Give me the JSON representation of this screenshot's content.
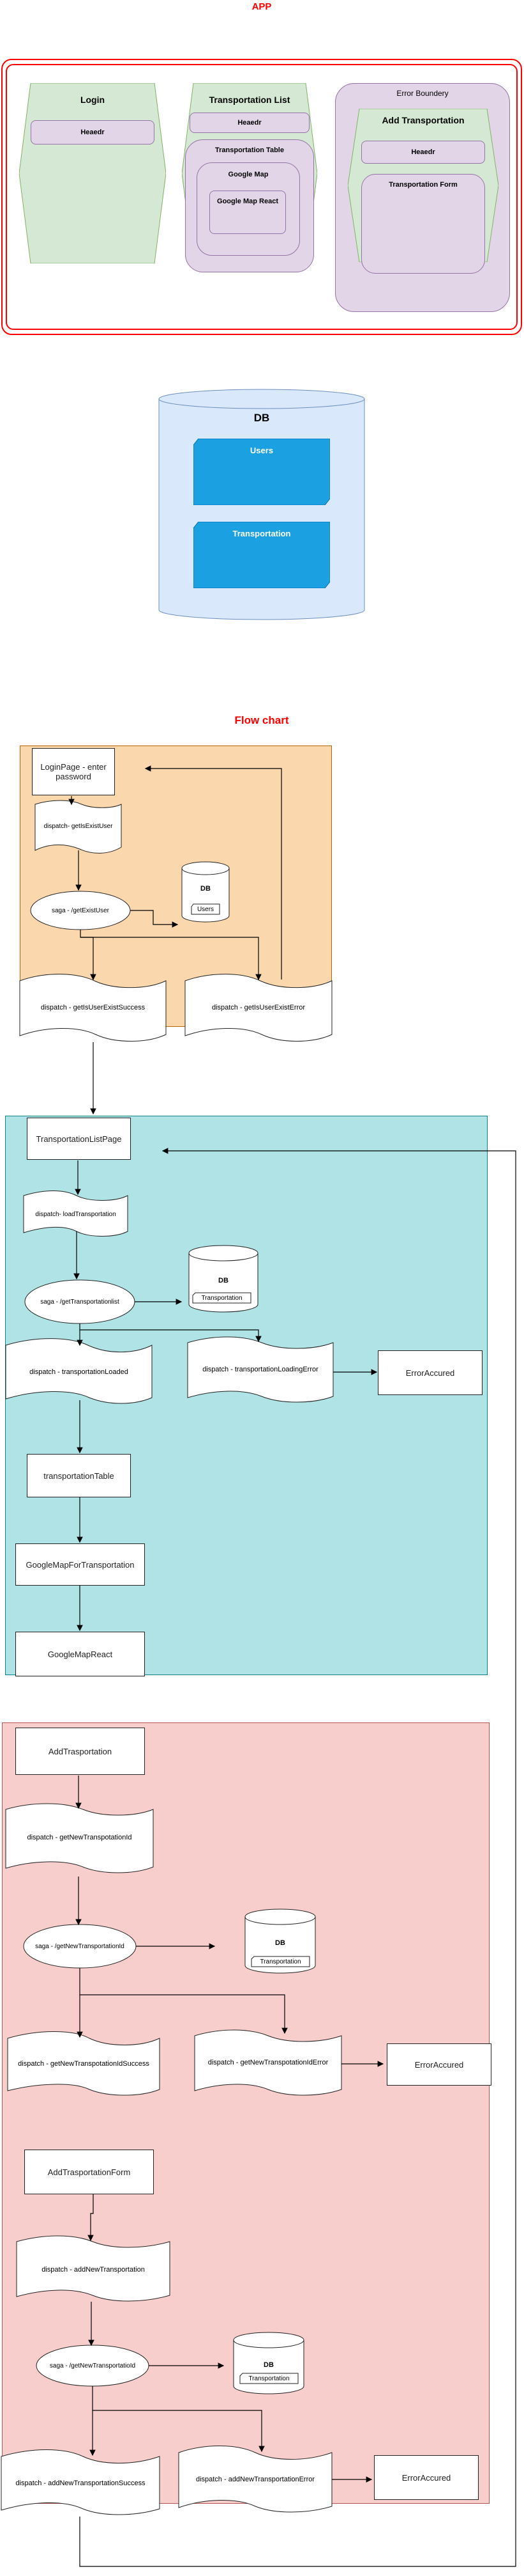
{
  "app": {
    "title": "APP",
    "login": {
      "title": "Login",
      "header": "Heaedr"
    },
    "transport_list": {
      "title": "Transportation List",
      "header": "Heaedr",
      "table": "Transportation Table",
      "google_map": "Google Map",
      "google_map_react": "Google Map React"
    },
    "error_boundary": {
      "title": "Error Boundery",
      "add_title": "Add Transportation",
      "header": "Heaedr",
      "form": "Transportation Form"
    }
  },
  "db": {
    "title": "DB",
    "users": "Users",
    "transportation": "Transportation"
  },
  "flow": {
    "title": "Flow chart",
    "login": {
      "page": "LoginPage - enter password",
      "dispatch": "dispatch- getIsExistUser",
      "saga": "saga - /getExistUser",
      "db": "DB",
      "db_table": "Users",
      "success": "dispatch - getIsUserExistSuccess",
      "error": "dispatch - getIsUserExistError"
    },
    "list": {
      "page": "TransportationListPage",
      "dispatch": "dispatch- loadTransportation",
      "saga": "saga - /getTransportationlist",
      "db": "DB",
      "db_table": "Transportation",
      "loaded": "dispatch - transportationLoaded",
      "error": "dispatch - transportationLoadingError",
      "error_box": "ErrorAccured",
      "table": "transportationTable",
      "google_map": "GoogleMapForTransportation",
      "google_map_react": "GoogleMapReact"
    },
    "add": {
      "page": "AddTrasportation",
      "dispatch_id": "dispatch - getNewTranspotationId",
      "saga_id": "saga - /getNewTransportationId",
      "db1": "DB",
      "db1_table": "Transportation",
      "id_success": "dispatch - getNewTranspotationIdSuccess",
      "id_error": "dispatch - getNewTranspotationIdError",
      "error_box1": "ErrorAccured",
      "form": "AddTrasportationForm",
      "dispatch_add": "dispatch - addNewTransportation",
      "saga_add": "saga - /getNewTransportatioId",
      "db2": "DB",
      "db2_table": "Transportation",
      "add_success": "dispatch - addNewTransportationSuccess",
      "add_error": "dispatch - addNewTransportationError",
      "error_box2": "ErrorAccured"
    }
  },
  "colors": {
    "red": "#ff0000",
    "login_green": "#d5e8d4",
    "purple": "#e1d5e7",
    "db_blue": "#dae8fc",
    "db_tile": "#1ba1e2",
    "orange": "#fad7ac",
    "cyan": "#b0e3e6",
    "pink": "#f8cecc"
  }
}
